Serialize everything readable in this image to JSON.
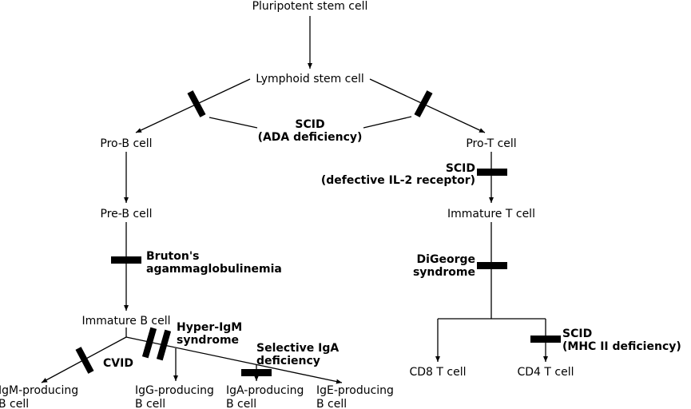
{
  "title": "Immunodeficiency diseases along lymphocyte development",
  "colors": {
    "line": "#000000",
    "block": "#000000",
    "background": "#ffffff"
  },
  "nodes": {
    "pluripotent": "Pluripotent stem cell",
    "lymphoid": "Lymphoid stem cell",
    "pro_b": "Pro-B cell",
    "pre_b": "Pre-B cell",
    "immature_b": "Immature B cell",
    "igm_line1": "IgM-producing",
    "igm_line2": "B cell",
    "igg_line1": "IgG-producing",
    "igg_line2": "B cell",
    "iga_line1": "IgA-producing",
    "iga_line2": "B cell",
    "ige_line1": "IgE-producing",
    "ige_line2": "B cell",
    "pro_t": "Pro-T cell",
    "immature_t": "Immature T cell",
    "cd8": "CD8 T cell",
    "cd4": "CD4 T cell"
  },
  "diseases": {
    "scid_ada_line1": "SCID",
    "scid_ada_line2": "(ADA deficiency)",
    "scid_il2_line1": "SCID",
    "scid_il2_line2": "(defective IL-2 receptor)",
    "bruton_line1": "Bruton's",
    "bruton_line2": "agammaglobulinemia",
    "digeorge_line1": "DiGeorge",
    "digeorge_line2": "syndrome",
    "hyper_igm_line1": "Hyper-IgM",
    "hyper_igm_line2": "syndrome",
    "cvid": "CVID",
    "iga_def_line1": "Selective IgA",
    "iga_def_line2": "deficiency",
    "scid_mhc_line1": "SCID",
    "scid_mhc_line2": "(MHC II deficiency)"
  }
}
